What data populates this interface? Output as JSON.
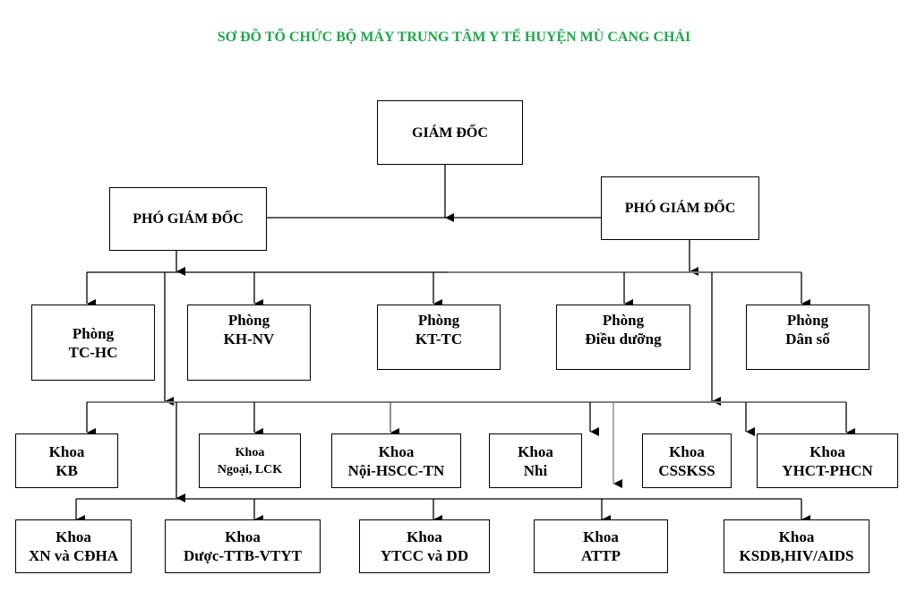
{
  "title": "SƠ ĐỒ TỔ CHỨC BỘ MÁY TRUNG TÂM Y TẾ HUYỆN MÙ CANG CHẢI",
  "colors": {
    "title": "#1fa84a",
    "lines": "#000000",
    "gray_lines": "#808080"
  },
  "leadership": {
    "director": "GIÁM ĐỐC",
    "vice_director_left": "PHÓ GIÁM ĐỐC",
    "vice_director_right": "PHÓ GIÁM ĐỐC"
  },
  "offices": [
    {
      "line1": "Phòng",
      "line2": "TC-HC"
    },
    {
      "line1": "Phòng",
      "line2": "KH-NV"
    },
    {
      "line1": "Phòng",
      "line2": "KT-TC"
    },
    {
      "line1": "Phòng",
      "line2": "Điều dưỡng"
    },
    {
      "line1": "Phòng",
      "line2": "Dân số"
    }
  ],
  "clinical_departments": [
    {
      "line1": "Khoa",
      "line2": "KB"
    },
    {
      "line1": "Khoa",
      "line2": "Ngoại, LCK"
    },
    {
      "line1": "Khoa",
      "line2": "Nội-HSCC-TN"
    },
    {
      "line1": "Khoa",
      "line2": "Nhi"
    },
    {
      "line1": "Khoa",
      "line2": "CSSKSS"
    },
    {
      "line1": "Khoa",
      "line2": "YHCT-PHCN"
    }
  ],
  "paraclinical_departments": [
    {
      "line1": "Khoa",
      "line2": "XN và CĐHA"
    },
    {
      "line1": "Khoa",
      "line2": "Dược-TTB-VTYT"
    },
    {
      "line1": "Khoa",
      "line2": "YTCC và DD"
    },
    {
      "line1": "Khoa",
      "line2": "ATTP"
    },
    {
      "line1": "Khoa",
      "line2": "KSDB,HIV/AIDS"
    }
  ]
}
